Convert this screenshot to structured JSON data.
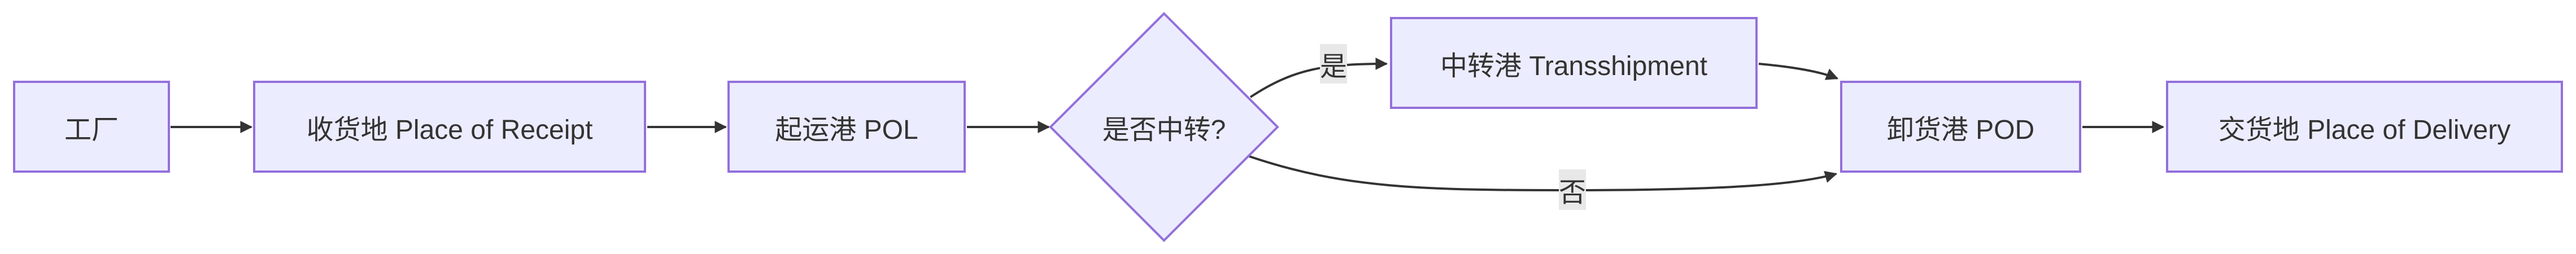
{
  "diagram": {
    "type": "flowchart",
    "direction": "left-to-right",
    "nodes": [
      {
        "id": "factory",
        "label": "工厂",
        "shape": "rect"
      },
      {
        "id": "receipt",
        "label": "收货地 Place of Receipt",
        "shape": "rect"
      },
      {
        "id": "pol",
        "label": "起运港 POL",
        "shape": "rect"
      },
      {
        "id": "decision",
        "label": "是否中转?",
        "shape": "diamond"
      },
      {
        "id": "transshipment",
        "label": "中转港 Transshipment",
        "shape": "rect"
      },
      {
        "id": "pod",
        "label": "卸货港 POD",
        "shape": "rect"
      },
      {
        "id": "delivery",
        "label": "交货地 Place of Delivery",
        "shape": "rect"
      }
    ],
    "edges": [
      {
        "from": "factory",
        "to": "receipt",
        "label": ""
      },
      {
        "from": "receipt",
        "to": "pol",
        "label": ""
      },
      {
        "from": "pol",
        "to": "decision",
        "label": ""
      },
      {
        "from": "decision",
        "to": "transshipment",
        "label": "是"
      },
      {
        "from": "decision",
        "to": "pod",
        "label": "否"
      },
      {
        "from": "transshipment",
        "to": "pod",
        "label": ""
      },
      {
        "from": "pod",
        "to": "delivery",
        "label": ""
      }
    ],
    "colors": {
      "node_fill": "#ECECFF",
      "node_border": "#9370DB",
      "edge": "#333333",
      "text": "#333333",
      "edge_label_bg": "#e8e8e8",
      "background": "#ffffff"
    }
  }
}
